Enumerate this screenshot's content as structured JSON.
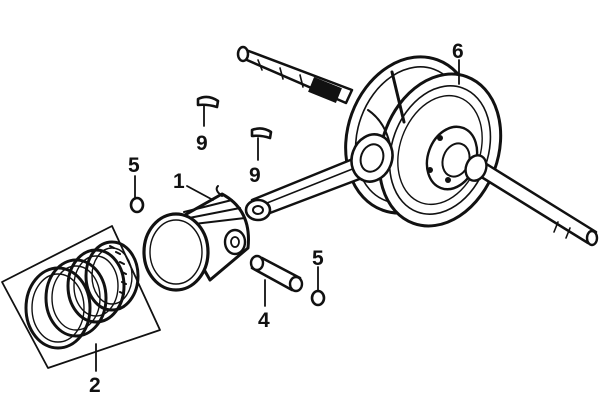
{
  "callouts": {
    "piston": "1",
    "ring_set": "2",
    "piston_pin": "4",
    "circlip_left": "5",
    "circlip_right": "5",
    "crankshaft": "6",
    "key_upper": "9",
    "key_lower": "9"
  }
}
